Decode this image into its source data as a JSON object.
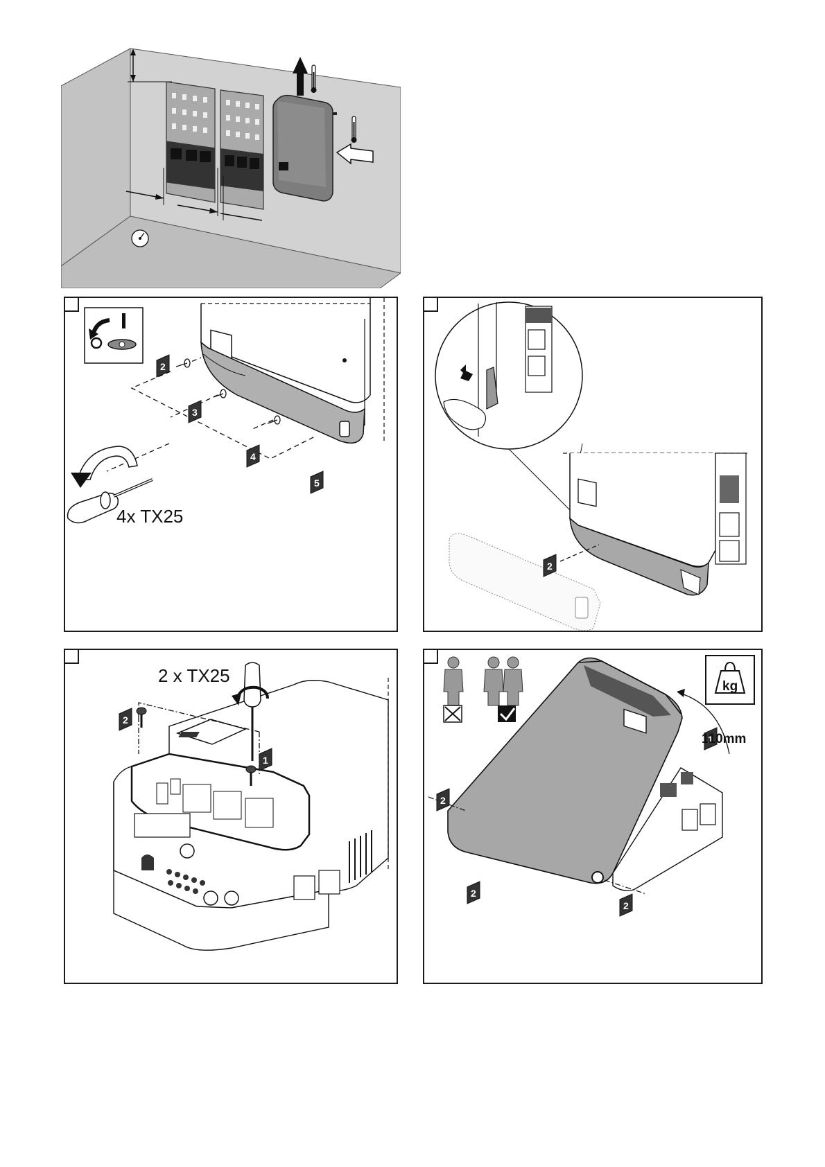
{
  "panel1": {
    "screw_label": "4x TX25"
  },
  "panel3": {
    "screw_label": "2 x TX25"
  },
  "panel4": {
    "tilt_label": "110mm",
    "weight_label": "kg"
  },
  "step_numbers": [
    "1",
    "2",
    "3",
    "4",
    "5"
  ],
  "icons": {
    "wall": [
      "thermometer-icon",
      "arrow-up-icon",
      "hygrometer-icon"
    ],
    "switch": "dc-switch-icon",
    "persons": [
      "one-person-cross-icon",
      "two-persons-check-icon"
    ],
    "weight": "weight-icon"
  },
  "colors": {
    "line": "#1a1a1a",
    "wall_grey": "#cfcfcf",
    "device_grey": "#7a7a7a",
    "cover_grey": "#a9a9a9"
  }
}
